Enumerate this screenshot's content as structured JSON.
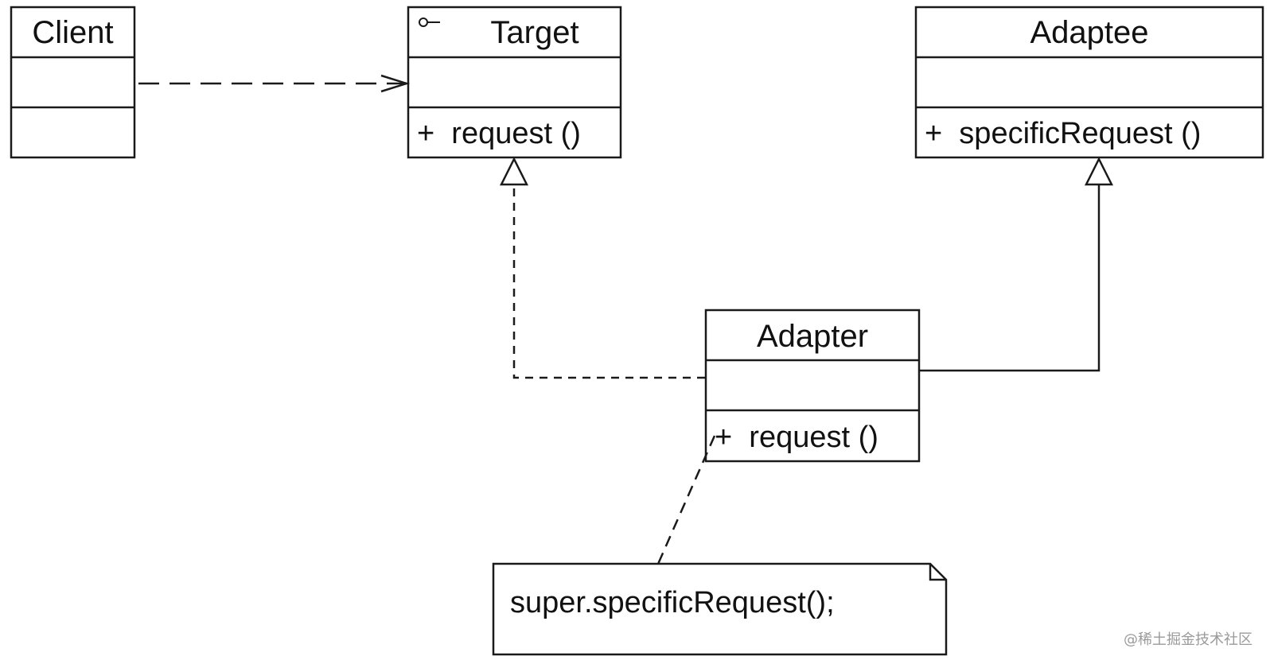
{
  "diagram": {
    "client": {
      "name": "Client"
    },
    "target": {
      "name": "Target",
      "operation": "+  request ()"
    },
    "adaptee": {
      "name": "Adaptee",
      "operation": "+  specificRequest ()"
    },
    "adapter": {
      "name": "Adapter",
      "operation": "+  request ()"
    },
    "note": {
      "text": "super.specificRequest();"
    }
  },
  "watermark": {
    "text": "@稀土掘金技术社区"
  }
}
